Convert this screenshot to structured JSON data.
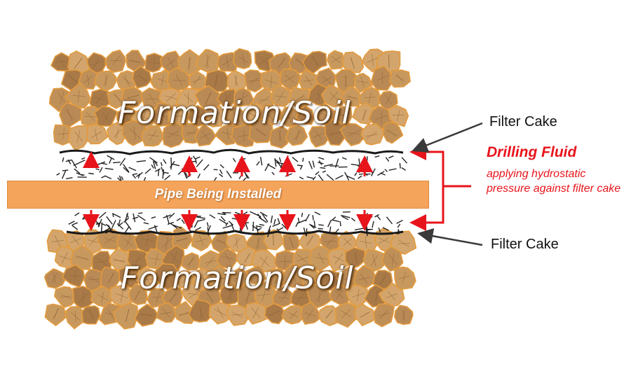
{
  "soil_labels": {
    "top": "Formation/Soil",
    "bottom": "Formation/Soil"
  },
  "pipe": {
    "label": "Pipe Being Installed"
  },
  "callouts": {
    "filter_cake_top": "Filter Cake",
    "filter_cake_bottom": "Filter Cake"
  },
  "drilling_fluid": {
    "title": "Drilling Fluid",
    "description": "applying hydrostatic pressure against filter cake"
  },
  "colors": {
    "soil": "#c4925a",
    "soil_outline": "#e39a3c",
    "pipe": "#f5a45c",
    "arrow_red": "#e8141b",
    "pointer_dark": "#3a3a3a",
    "filter_cake": "#1a1a1a"
  }
}
